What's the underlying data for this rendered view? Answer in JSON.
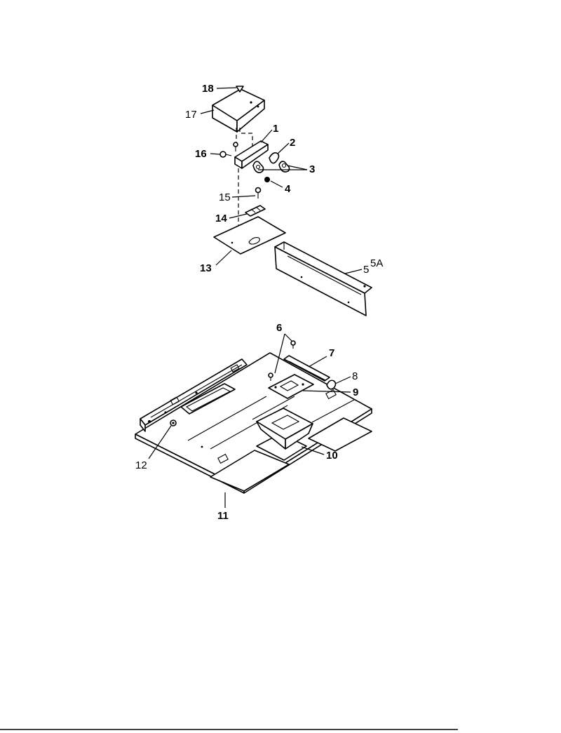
{
  "callouts": [
    {
      "id": "18",
      "text": "18",
      "bold": true
    },
    {
      "id": "17",
      "text": "17",
      "bold": false
    },
    {
      "id": "1",
      "text": "1",
      "bold": true
    },
    {
      "id": "2",
      "text": "2",
      "bold": true
    },
    {
      "id": "3",
      "text": "3",
      "bold": true
    },
    {
      "id": "16",
      "text": "16",
      "bold": true
    },
    {
      "id": "4",
      "text": "4",
      "bold": true
    },
    {
      "id": "15",
      "text": "15",
      "bold": false
    },
    {
      "id": "14",
      "text": "14",
      "bold": true
    },
    {
      "id": "13",
      "text": "13",
      "bold": true
    },
    {
      "id": "5",
      "text": "5",
      "bold": false
    },
    {
      "id": "5A",
      "text": "5A",
      "bold": false
    },
    {
      "id": "6",
      "text": "6",
      "bold": true
    },
    {
      "id": "7",
      "text": "7",
      "bold": true
    },
    {
      "id": "8",
      "text": "8",
      "bold": false
    },
    {
      "id": "9",
      "text": "9",
      "bold": true
    },
    {
      "id": "10",
      "text": "10",
      "bold": true
    },
    {
      "id": "12",
      "text": "12",
      "bold": false
    },
    {
      "id": "11",
      "text": "11",
      "bold": true
    }
  ]
}
